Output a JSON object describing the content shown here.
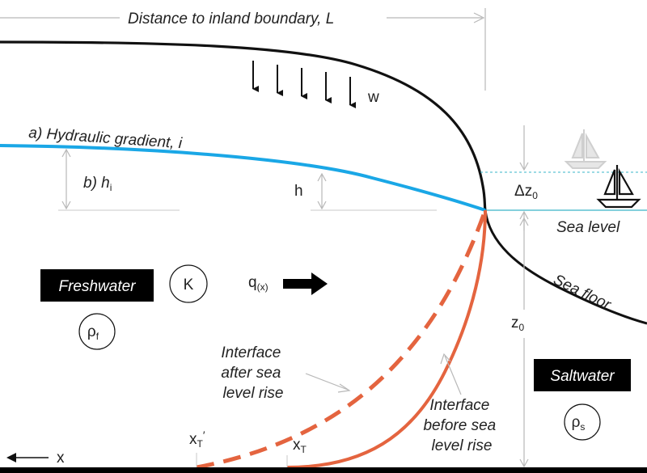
{
  "labels": {
    "distance": "Distance to inland boundary, L",
    "recharge": "w",
    "hydraulic_gradient": "a) Hydraulic gradient, i",
    "b_prefix": "b) h",
    "b_sub": "i",
    "h": "h",
    "delta_z0": "Δz",
    "delta_z0_sub": "0",
    "sea_level": "Sea level",
    "sea_floor": "Sea floor",
    "freshwater": "Freshwater",
    "saltwater": "Saltwater",
    "K": "K",
    "rho_f": "ρ",
    "rho_f_sub": "f",
    "rho_s": "ρ",
    "rho_s_sub": "s",
    "q": "q",
    "q_sub": "(x)",
    "z0": "z",
    "z0_sub": "0",
    "interface_after_1": "Interface",
    "interface_after_2": "after sea",
    "interface_after_3": "level rise",
    "interface_before_1": "Interface",
    "interface_before_2": "before sea",
    "interface_before_3": "level rise",
    "xT_prime": "x",
    "xT_prime_sub": "T",
    "xT_prime_mark": "′",
    "xT": "x",
    "xT_sub": "T",
    "x_axis": "x"
  },
  "colors": {
    "water_table": "#1aa7e6",
    "interface": "#e4643f",
    "sea_level_line": "#3ab5c8",
    "ink": "#111111",
    "guide": "#b8b8b8"
  }
}
